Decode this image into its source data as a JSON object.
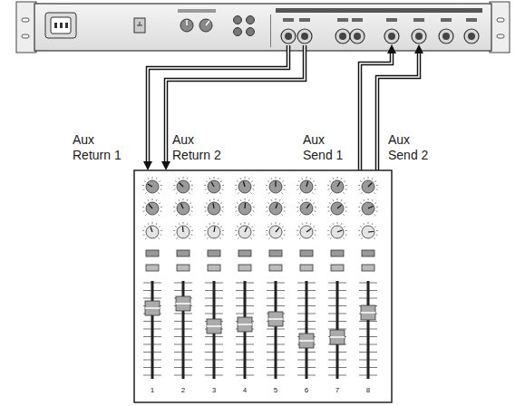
{
  "diagram": {
    "labels": [
      "Aux Return 1",
      "Aux Return 2",
      "Aux Send 1",
      "Aux Send 2",
      "1",
      "2",
      "3",
      "4",
      "5",
      "6",
      "7",
      "8"
    ]
  }
}
